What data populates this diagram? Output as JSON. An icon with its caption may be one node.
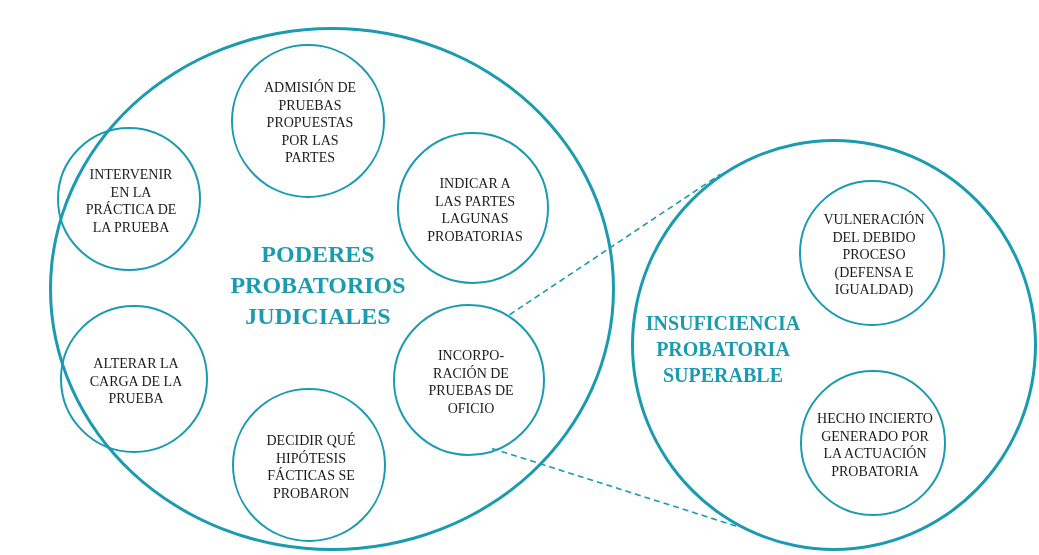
{
  "diagram": {
    "nodes": [
      {
        "text": [
          "PODERES PROBATORIOS JUDICIALES"
        ]
      },
      {
        "text": [
          "ADMISIÓN DE PRUEBAS PROPUESTAS POR LAS PARTES"
        ],
        "in": 0
      },
      {
        "text": [
          "INTERVENIR EN LA PRÁCTICA DE LA PRUEBA"
        ],
        "in": 0
      },
      {
        "text": [
          "INDICAR A LAS PARTES LAGUNAS PROBATORIAS"
        ],
        "in": 0
      },
      {
        "text": [
          "ALTERAR LA CARGA DE LA PRUEBA"
        ],
        "in": 0
      },
      {
        "text": [
          "INCORPO- RACIÓN DE PRUEBAS DE OFICIO"
        ],
        "in": 0
      },
      {
        "text": [
          "DECIDIR QUÉ HIPÓTESIS FÁCTICAS SE PROBARON"
        ],
        "in": 0
      },
      {
        "text": [
          "INSUFICIENCIA PROBATORIA SUPERABLE"
        ]
      },
      {
        "text": [
          "VULNERACIÓN DEL DEBIDO PROCESO (DEFENSA E IGUALDAD)"
        ],
        "in": 7
      },
      {
        "text": [
          "HECHO INCIERTO GENERADO POR LA ACTUACIÓN PROBATORIA"
        ],
        "in": 7
      }
    ],
    "edges": [
      {
        "from": 5,
        "to": 7,
        "arrow": "none",
        "style": "dashed"
      },
      {
        "from": 5,
        "to": 7,
        "arrow": "none",
        "style": "dashed"
      }
    ]
  }
}
